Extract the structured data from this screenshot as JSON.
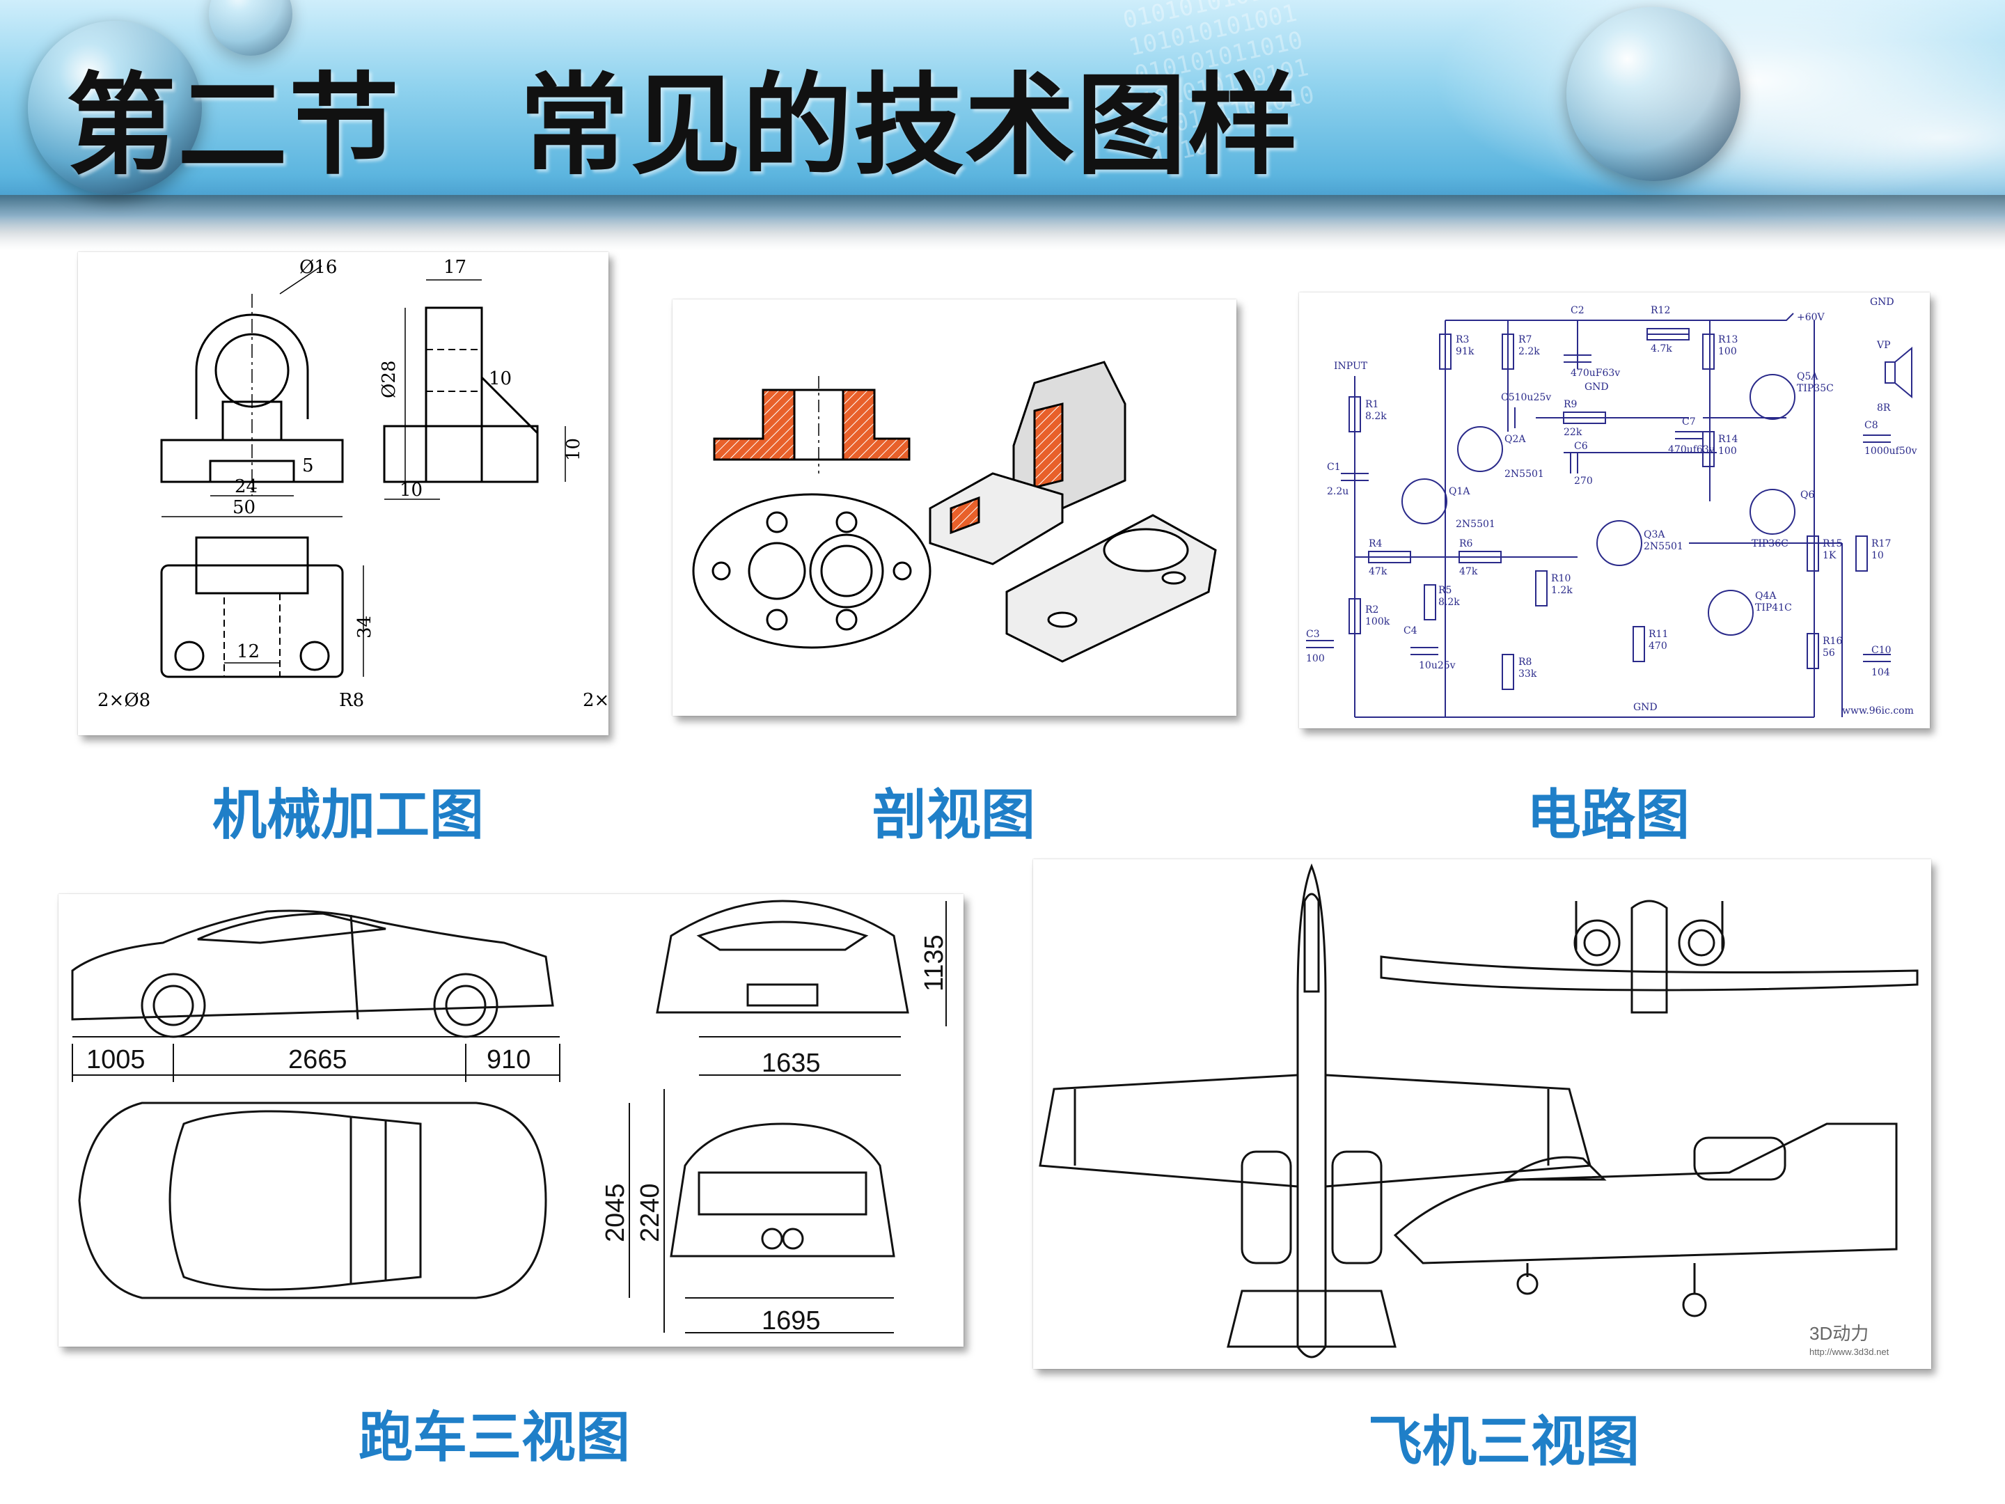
{
  "slide": {
    "title": "第二节   常见的技术图样"
  },
  "captions": {
    "mechanical": "机械加工图",
    "section": "剖视图",
    "circuit": "电路图",
    "car": "跑车三视图",
    "plane": "飞机三视图"
  },
  "mechanical_drawing": {
    "dims": [
      "Ø16",
      "17",
      "Ø28",
      "10",
      "10",
      "5",
      "24",
      "50",
      "10",
      "12",
      "34",
      "2×Ø8",
      "R8",
      "2×"
    ]
  },
  "circuit_diagram": {
    "labels": {
      "gnd_top": "GND",
      "v60": "+60V",
      "input": "INPUT",
      "vp": "VP",
      "sr": "8R",
      "r1": "R1",
      "r1v": "8.2k",
      "r2": "R2",
      "r2v": "100k",
      "r3": "R3",
      "r3v": "91k",
      "r4": "R4",
      "r4v": "47k",
      "r5": "R5",
      "r5v": "8.2k",
      "r6": "R6",
      "r6v": "47k",
      "r7": "R7",
      "r7v": "2.2k",
      "r8": "R8",
      "r8v": "33k",
      "r9": "R9",
      "r9v": "22k",
      "r10": "R10",
      "r10v": "1.2k",
      "r11": "R11",
      "r11v": "470",
      "r12": "R12",
      "r12v": "4.7k",
      "r13": "R13",
      "r13v": "100",
      "r14": "R14",
      "r14v": "100",
      "r15": "R15",
      "r15v": "1K",
      "r16": "R16",
      "r16v": "56",
      "r17": "R17",
      "r17v": "10",
      "c1": "C1",
      "c1v": "2.2u",
      "c2": "C2",
      "c2v": "470uF63v",
      "c3": "C3",
      "c3v": "100",
      "c4": "C4",
      "c4v": "10u25v",
      "c5": "C510u25v",
      "c6": "C6",
      "c6v": "270",
      "c7": "C7",
      "c7v": "470uf63v",
      "c8": "C8",
      "c8v": "1000uf50v",
      "c10": "C10",
      "c10v": "104",
      "q1": "Q1A",
      "q1v": "2N5501",
      "q2": "Q2A",
      "q2v": "2N5501",
      "q3": "Q3A",
      "q3v": "2N5501",
      "q4": "Q4A",
      "q4v": "TIP41C",
      "q5": "Q5A",
      "q5v": "TIP35C",
      "q6": "Q6",
      "q6v": "TIP36C",
      "gnd_mid": "GND",
      "gnd_bottom": "GND",
      "site": "www.96ic.com"
    }
  },
  "car_drawing": {
    "dims": [
      "1005",
      "2665",
      "910",
      "1135",
      "1635",
      "2045",
      "2240",
      "1695"
    ]
  },
  "plane_drawing": {
    "watermark": "3D动力",
    "watermark_url": "http://www.3d3d.net"
  }
}
